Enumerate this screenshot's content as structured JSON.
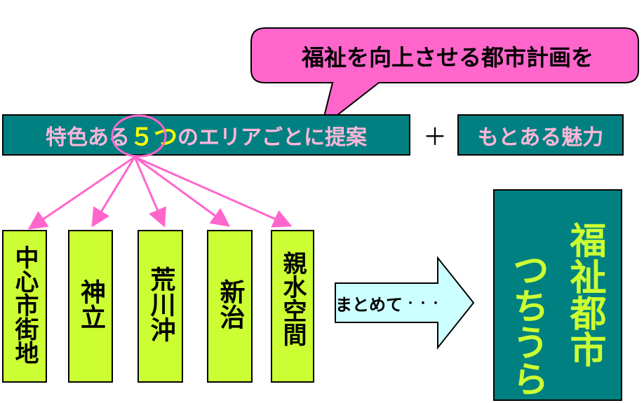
{
  "callout": {
    "text": "福祉を向上させる都市計画を"
  },
  "main_box": {
    "before": "特色ある",
    "highlight": "５つ",
    "after": "のエリアごとに提案"
  },
  "plus": "＋",
  "charm_box": {
    "text": "もとある魅力"
  },
  "areas": [
    {
      "label": "中心市街地"
    },
    {
      "label": "神立"
    },
    {
      "label": "荒川沖"
    },
    {
      "label": "新治"
    },
    {
      "label": "親水空間"
    }
  ],
  "arrow_label": {
    "text": "まとめて",
    "dots": "・・・"
  },
  "result": {
    "line1": "福祉都市",
    "line2": "つちうら"
  },
  "colors": {
    "teal": "#008080",
    "pink": "#ff66cc",
    "lime": "#ccff33",
    "yellow": "#ffff00",
    "light_blue": "#ccffff"
  }
}
